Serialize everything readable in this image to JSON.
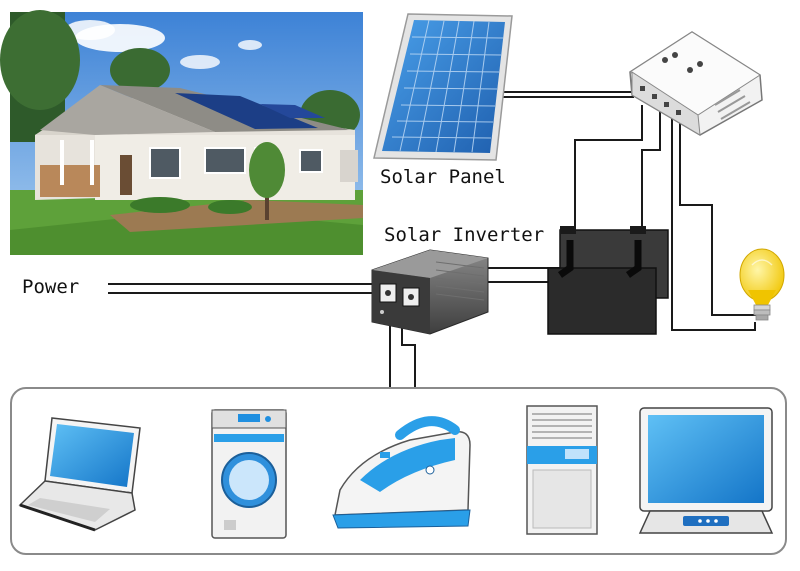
{
  "labels": {
    "solar_panel": "Solar Panel",
    "solar_inverter": "Solar Inverter",
    "power": "Power"
  },
  "colors": {
    "wire": "#1a1a1a",
    "panel_blue": "#2f7fd0",
    "screen_blue": "#1f8fe0",
    "battery": "#2b2b2b",
    "inverter": "#5c5c5c",
    "bulb": "#f5d21e"
  },
  "components": {
    "photo": "house-with-rooftop-solar-photo",
    "panel": "solar-panel-icon",
    "controller": "charge-controller-icon",
    "inverter": "solar-inverter-icon",
    "battery": "battery-icon",
    "bulb": "light-bulb-icon",
    "appliances": [
      "laptop-icon",
      "washing-machine-icon",
      "iron-icon",
      "air-conditioner-icon",
      "television-icon"
    ]
  }
}
